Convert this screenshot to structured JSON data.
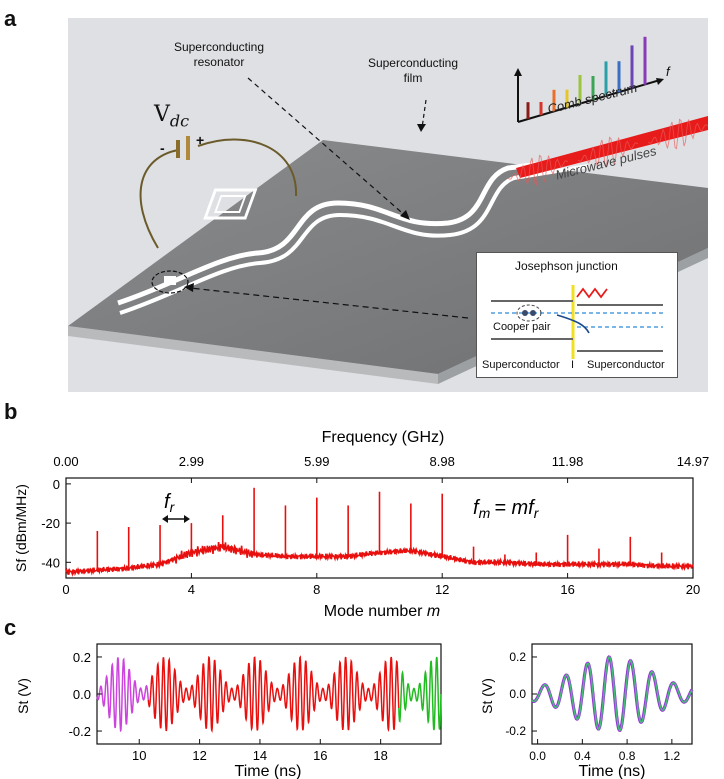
{
  "panels": {
    "a": "a",
    "b": "b",
    "c": "c"
  },
  "illustration": {
    "vdc_label": "V",
    "vdc_sub": "dc",
    "minus": "-",
    "plus": "+",
    "resonator_label_1": "Superconducting",
    "resonator_label_2": "resonator",
    "film_label_1": "Superconducting",
    "film_label_2": "film",
    "comb_label": "Comb spectrum",
    "pulses_label": "Microwave pulses",
    "f_label": "f",
    "comb_colors": [
      "#8b1a1a",
      "#d9342b",
      "#e8702a",
      "#e5c62a",
      "#9bc53d",
      "#3aa655",
      "#2aa1a8",
      "#3a6fc4",
      "#6a45b3",
      "#8a3ab9"
    ],
    "comb_heights": [
      0.28,
      0.22,
      0.36,
      0.3,
      0.48,
      0.4,
      0.58,
      0.52,
      0.72,
      0.8
    ],
    "inset": {
      "title": "Josephson junction",
      "cooper": "Cooper pair",
      "left": "Superconductor",
      "mid": "I",
      "right": "Superconductor"
    }
  },
  "spectrum": {
    "top_axis_label": "Frequency (GHz)",
    "top_ticks": [
      "0.00",
      "2.99",
      "5.99",
      "8.98",
      "11.98",
      "14.97"
    ],
    "ylabel": "Sf (dBm/MHz)",
    "xlabel": "Mode number",
    "xlabel_var": "m",
    "fr_label": "f",
    "fr_sub": "r",
    "equation_lhs": "f",
    "equation_sub": "m",
    "equation_rhs": "= mf",
    "equation_rhs_sub": "r",
    "color": "#e8100f"
  },
  "wave_left": {
    "xlabel": "Time (ns)",
    "ylabel": "St (V)",
    "colors": [
      "#cc44dd",
      "#e8100f",
      "#22bb22"
    ]
  },
  "wave_right": {
    "xlabel": "Time (ns)",
    "ylabel": "St (V)",
    "colors": [
      "#9b30d9",
      "#44bb77"
    ]
  },
  "chart_data": [
    {
      "type": "line",
      "title": "",
      "xlabel": "Mode number m",
      "ylabel": "Sf (dBm/MHz)",
      "x2label": "Frequency (GHz)",
      "xlim": [
        0,
        20
      ],
      "ylim": [
        -48,
        3
      ],
      "xticks": [
        0,
        4,
        8,
        12,
        16,
        20
      ],
      "yticks": [
        0,
        -20,
        -40
      ],
      "x2ticks": [
        "0.00",
        "2.99",
        "5.99",
        "8.98",
        "11.98",
        "14.97"
      ],
      "series": [
        {
          "peaks_m": [
            1,
            2,
            3,
            4,
            5,
            6,
            7,
            8,
            9,
            10,
            11,
            12,
            13,
            14,
            15,
            16,
            17,
            18,
            19
          ],
          "peaks_dB": [
            -24,
            -22,
            -21,
            -20,
            -16,
            -2,
            -11,
            -7,
            -11,
            -4,
            -10,
            -5,
            -32,
            -36,
            -35,
            -26,
            -33,
            -27,
            -35
          ],
          "baseline_m": [
            0,
            1,
            2,
            3,
            4,
            5,
            6,
            7,
            8,
            9,
            10,
            11,
            12,
            13,
            14,
            15,
            16,
            17,
            18,
            19,
            20
          ],
          "baseline_dB": [
            -45,
            -44,
            -43,
            -41,
            -35,
            -32,
            -36,
            -37,
            -37,
            -37,
            -35,
            -34,
            -37,
            -40,
            -40,
            -41,
            -41,
            -41,
            -41,
            -42,
            -42
          ]
        }
      ]
    },
    {
      "type": "line",
      "xlabel": "Time (ns)",
      "ylabel": "St (V)",
      "xlim": [
        8.6,
        20.0
      ],
      "ylim": [
        -0.27,
        0.27
      ],
      "xticks": [
        10,
        12,
        14,
        16,
        18
      ],
      "yticks": [
        0.2,
        0.0,
        -0.2
      ],
      "pulse_period_ns": 1.5,
      "pulse_centers_ns": [
        9.4,
        11.4,
        12.9,
        14.4,
        15.9,
        17.4,
        19.2
      ],
      "amplitude": 0.2
    },
    {
      "type": "line",
      "xlabel": "Time (ns)",
      "ylabel": "St (V)",
      "xlim": [
        -0.05,
        1.38
      ],
      "ylim": [
        -0.27,
        0.27
      ],
      "xticks": [
        0.0,
        0.4,
        0.8,
        1.2
      ],
      "yticks": [
        0.2,
        0.0,
        -0.2
      ],
      "amplitude": 0.2
    }
  ]
}
